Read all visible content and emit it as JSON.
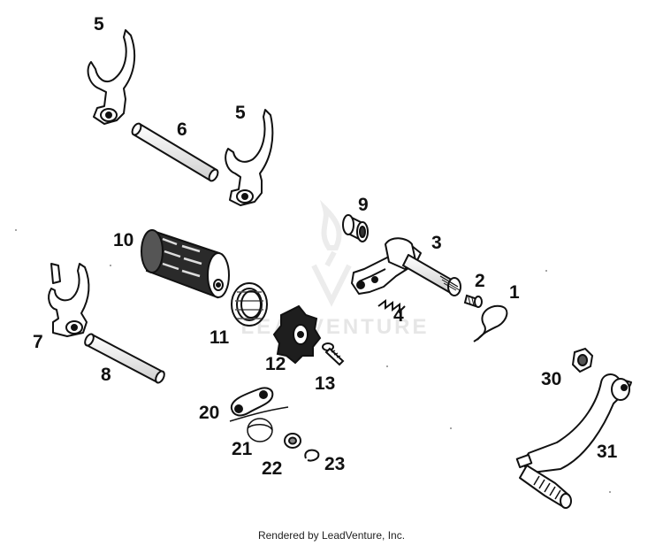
{
  "diagram": {
    "labels": [
      {
        "id": "lbl-5a",
        "text": "5"
      },
      {
        "id": "lbl-6",
        "text": "6"
      },
      {
        "id": "lbl-5b",
        "text": "5"
      },
      {
        "id": "lbl-9",
        "text": "9"
      },
      {
        "id": "lbl-3",
        "text": "3"
      },
      {
        "id": "lbl-10",
        "text": "10"
      },
      {
        "id": "lbl-2",
        "text": "2"
      },
      {
        "id": "lbl-1",
        "text": "1"
      },
      {
        "id": "lbl-4",
        "text": "4"
      },
      {
        "id": "lbl-7",
        "text": "7"
      },
      {
        "id": "lbl-11",
        "text": "11"
      },
      {
        "id": "lbl-8",
        "text": "8"
      },
      {
        "id": "lbl-12",
        "text": "12"
      },
      {
        "id": "lbl-13",
        "text": "13"
      },
      {
        "id": "lbl-30",
        "text": "30"
      },
      {
        "id": "lbl-20",
        "text": "20"
      },
      {
        "id": "lbl-21",
        "text": "21"
      },
      {
        "id": "lbl-31",
        "text": "31"
      },
      {
        "id": "lbl-22",
        "text": "22"
      },
      {
        "id": "lbl-23",
        "text": "23"
      }
    ],
    "watermark": "LEADVENTURE",
    "credit": "Rendered by LeadVenture, Inc."
  }
}
